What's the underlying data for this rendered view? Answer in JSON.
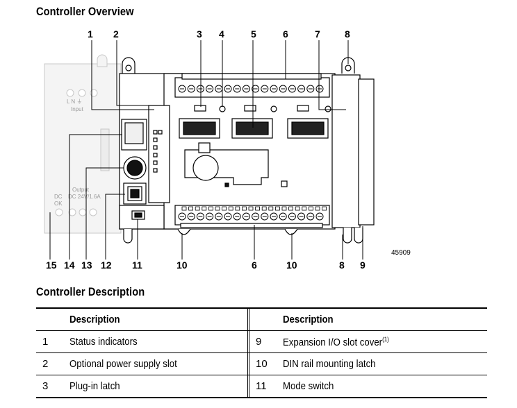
{
  "overview_title": "Controller Overview",
  "description_title": "Controller Description",
  "figure": {
    "figure_number": "45909",
    "top_callouts": [
      "1",
      "2",
      "3",
      "4",
      "5",
      "6",
      "7",
      "8"
    ],
    "bottom_callouts": [
      "15",
      "14",
      "13",
      "12",
      "11",
      "10",
      "6",
      "10",
      "8",
      "9"
    ],
    "ghost_labels": {
      "power_terminals": "L  N  ⏚",
      "input": "Input",
      "output": "Output",
      "dc_ok_1": "DC",
      "dc_ok_2": "OK",
      "output_rating": "DC 24V/1.6A"
    }
  },
  "table": {
    "headers": [
      "",
      "Description",
      "",
      "Description"
    ],
    "rows": [
      {
        "num_left": "1",
        "desc_left": "Status indicators",
        "num_right": "9",
        "desc_right": "Expansion I/O slot cover",
        "right_note": "(1)"
      },
      {
        "num_left": "2",
        "desc_left": "Optional power supply slot",
        "num_right": "10",
        "desc_right": "DIN rail mounting latch",
        "right_note": ""
      },
      {
        "num_left": "3",
        "desc_left": "Plug-in latch",
        "num_right": "11",
        "desc_right": "Mode switch",
        "right_note": ""
      }
    ]
  }
}
